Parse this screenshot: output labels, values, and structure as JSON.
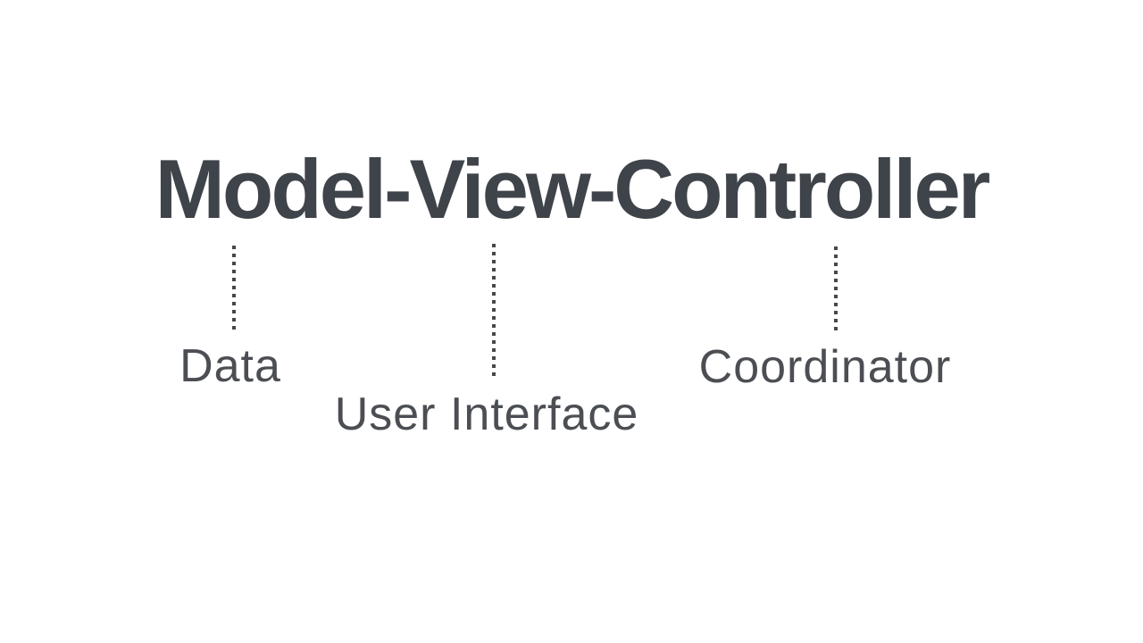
{
  "title": "Model-View-Controller",
  "annotations": [
    {
      "word": "Model",
      "label": "Data"
    },
    {
      "word": "View",
      "label": "User Interface"
    },
    {
      "word": "Controller",
      "label": "Coordinator"
    }
  ],
  "colors": {
    "background": "#ffffff",
    "title_text": "#3f434a",
    "label_text": "#4b4e53",
    "connector_dots": "#45484d"
  }
}
